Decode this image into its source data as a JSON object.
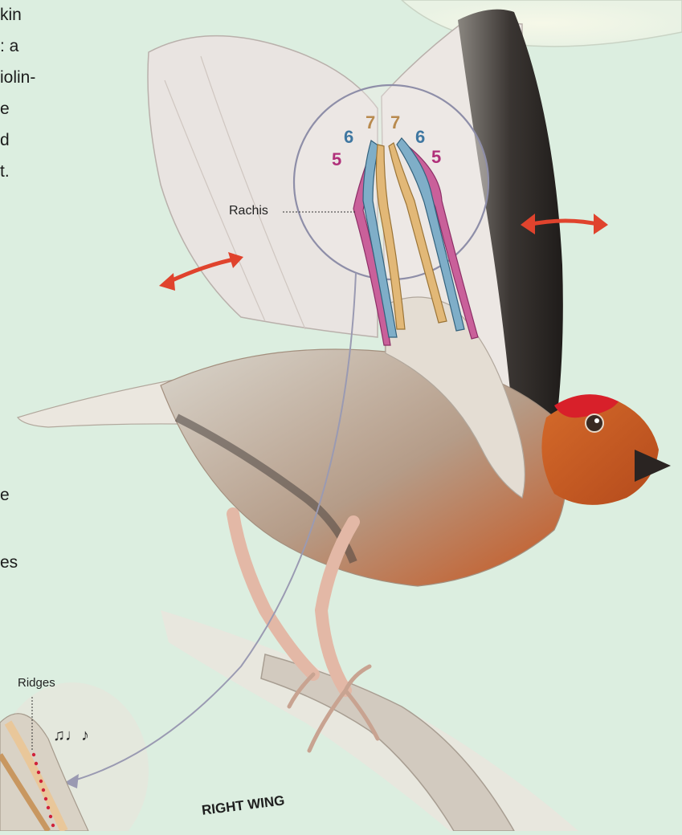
{
  "colors": {
    "background": "#dceee0",
    "feather5": "#c9609a",
    "feather6": "#7faec8",
    "feather7": "#e2b877",
    "arrow": "#e0432d",
    "bird_head": "#c9551f",
    "crown": "#d8202a"
  },
  "text_fragments": [
    "kin",
    ": a",
    "iolin-",
    "e",
    "d",
    "t.",
    "e",
    "es"
  ],
  "feather_numbers": {
    "left": {
      "n7": "7",
      "n6": "6",
      "n5": "5"
    },
    "right": {
      "n7": "7",
      "n6": "6",
      "n5": "5"
    }
  },
  "labels": {
    "rachis": "Rachis",
    "ridges": "Ridges",
    "right_wing": "RIGHT WING",
    "music": "♫♩♪"
  },
  "icons": [
    "double-arrow-icon",
    "curved-pointer-arrow-icon",
    "music-notes-icon"
  ]
}
